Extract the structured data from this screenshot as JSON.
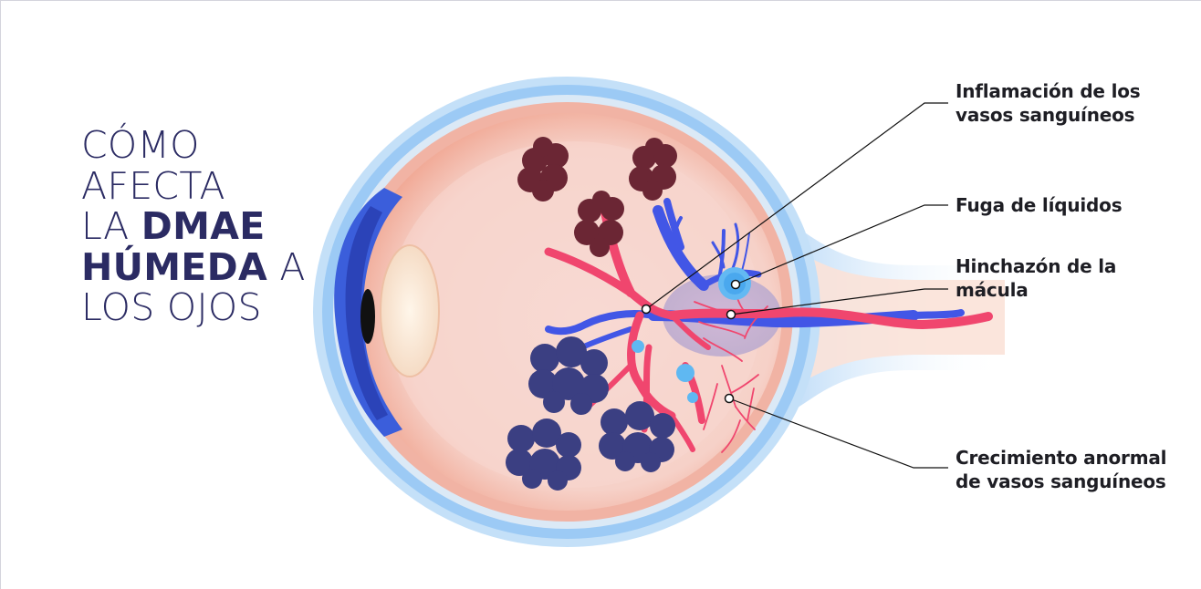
{
  "title": {
    "line1": "CÓMO",
    "line2": "AFECTA",
    "line3_prefix": "LA ",
    "line3_bold": "DMAE",
    "line4_bold": "HÚMEDA",
    "line4_suffix": " A",
    "line5": "LOS OJOS"
  },
  "labels": {
    "inflammation": [
      "Inflamación de los",
      "vasos sanguíneos"
    ],
    "leak": [
      "Fuga de líquidos"
    ],
    "macula": [
      "Hinchazón de la",
      "mácula"
    ],
    "growth": [
      "Crecimiento anormal",
      "de vasos sanguíneos"
    ]
  },
  "colors": {
    "title": "#2b2b63",
    "artery": "#f0466e",
    "vein": "#4256e6",
    "outer_ring": "#9ccaf5",
    "eyeball": "#f6cabb",
    "drusen_brown": "#6b2634",
    "drusen_blue": "#3b3f82",
    "fluid": "#5fb8f2"
  }
}
